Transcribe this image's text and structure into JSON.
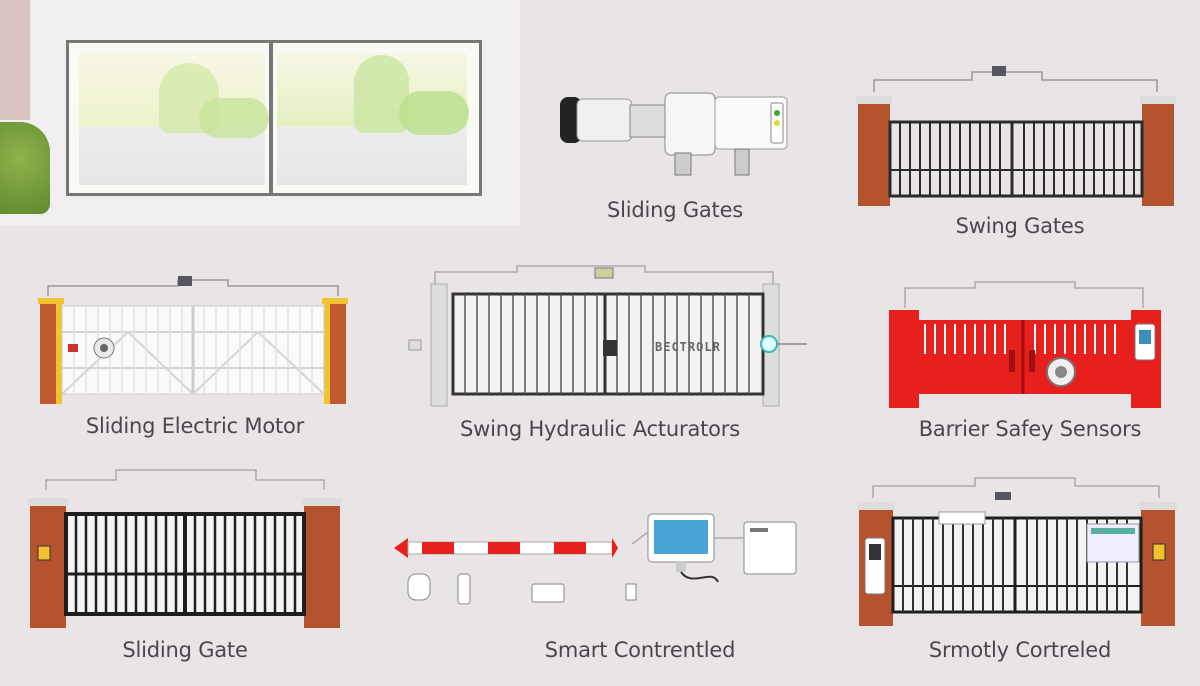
{
  "captions": {
    "c1": "Sliding Gates",
    "c2": "Swing Gates",
    "c3": "Sliding Electric Motor",
    "c4": "Swing Hydraulic Acturators",
    "c5": "Barrier Safey Sensors",
    "c6": "Sliding Gate",
    "c7": "Smart Contrentled",
    "c8": "Srmotly Cortreled"
  },
  "gate_label": "BECTROLR",
  "colors": {
    "background": "#e9e5e7",
    "brick": "#b5532f",
    "gate": "#2b2b2b",
    "barrier_red": "#e8201d",
    "accent_green": "#cfe8a0"
  }
}
